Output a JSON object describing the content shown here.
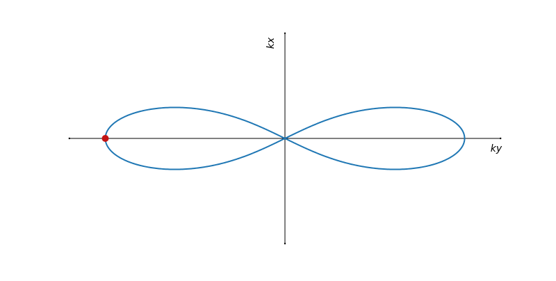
{
  "chart_data": {
    "type": "line",
    "title": "",
    "xlabel": "ky",
    "ylabel": "kx",
    "xlim": [
      -1.2,
      1.2
    ],
    "ylim": [
      -1.2,
      1.2
    ],
    "grid": false,
    "axes_style": "centered",
    "series": [
      {
        "kind": "lemniscate",
        "a": 1.0,
        "color": "#1f77b4",
        "x": [
          -1.0,
          -0.9801,
          -0.922,
          -0.8308,
          -0.7138,
          -0.5806,
          -0.4406,
          -0.301,
          -0.1659,
          -0.0405,
          0.0812,
          0.2066,
          0.3394,
          0.4822,
          0.6303,
          0.7706,
          0.8843,
          0.9553,
          0.9888,
          0.9993,
          1.0,
          0.9993,
          0.9888,
          0.9553,
          0.8843,
          0.7706,
          0.6303,
          0.4822,
          0.3394,
          0.2066,
          0.0812,
          -0.0405,
          -0.1659,
          -0.301,
          -0.4406,
          -0.5806,
          -0.7138,
          -0.8308,
          -0.922,
          -0.9801,
          -1.0
        ],
        "y": [
          0.0,
          0.1552,
          0.2816,
          0.3536,
          0.3636,
          0.3229,
          0.2547,
          0.1791,
          0.1017,
          0.0252,
          -0.0508,
          -0.1276,
          -0.2049,
          -0.2797,
          -0.339,
          -0.3551,
          -0.3081,
          -0.2121,
          -0.1043,
          -0.0314,
          0.0,
          0.0314,
          0.1043,
          0.2121,
          0.3081,
          0.3551,
          0.339,
          0.2797,
          0.2049,
          0.1276,
          0.0508,
          -0.0252,
          -0.1017,
          -0.1791,
          -0.2547,
          -0.3229,
          -0.3636,
          -0.3536,
          -0.2816,
          -0.1552,
          0.0
        ]
      }
    ],
    "marker": {
      "x": -1.0,
      "y": 0.0,
      "color": "#c21414"
    }
  }
}
